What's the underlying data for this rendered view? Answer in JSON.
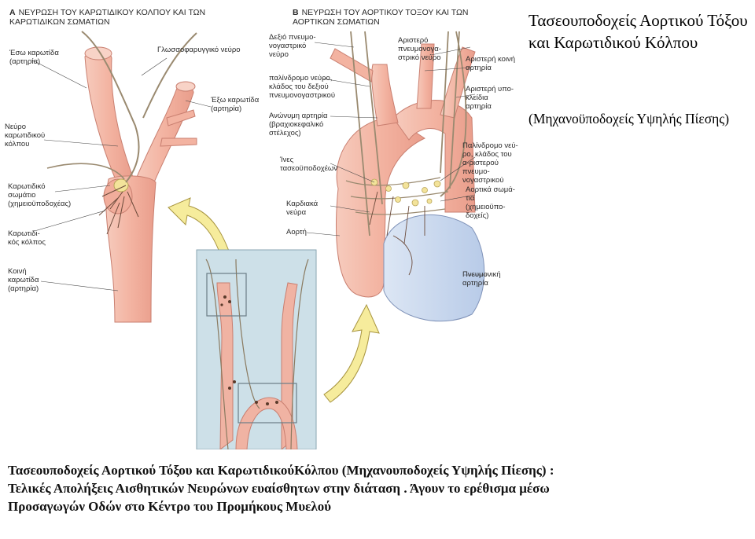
{
  "side_title": "Τασεουποδοχείς Αορτικού Τόξου και Καρωτιδικού Κόλπου",
  "side_subtitle": "(Μηχανοϋποδοχείς Υψηλής Πίεσης)",
  "caption": "Τασεουποδοχείς Αορτικού Τόξου και ΚαρωτιδικούΚόλπου (Μηχανουποδοχείς Υψηλής Πίεσης) : Τελικές Απολήξεις Αισθητικών Νευρώνων ευαίσθητων στην διάταση . Άγουν το ερέθισμα μέσω Προσαγωγών Οδών στο Κέντρο του Προμήκους Μυελού",
  "panel_a": {
    "letter": "A",
    "title": "ΝΕΥΡΩΣΗ ΤΟΥ ΚΑΡΩΤΙΔΙΚΟΥ ΚΟΛΠΟΥ ΚΑΙ ΤΩΝ ΚΑΡΩΤΙΔΙΚΩΝ ΣΩΜΑΤΙΩΝ",
    "labels": {
      "internal_carotid": "Έσω καρωτίδα (αρτηρία)",
      "glossopharyngeal": "Γλωσσοφαρυγγικό νεύρο",
      "external_carotid": "Έξω καρωτίδα (αρτηρία)",
      "carotid_sinus_nerve": "Νεύρο καρωτιδικού κόλπου",
      "carotid_body": "Καρωτιδικό σωμάτιο (χημειοϋποδοχέας)",
      "carotid_sinus": "Καρωτιδι-κός κόλπος",
      "common_carotid": "Κοινή καρωτίδα (αρτηρία)"
    }
  },
  "panel_b": {
    "letter": "B",
    "title": "ΝΕΥΡΩΣΗ ΤΟΥ ΑΟΡΤΙΚΟΥ ΤΟΞΟΥ ΚΑΙ ΤΩΝ ΑΟΡΤΙΚΩΝ ΣΩΜΑΤΙΩΝ",
    "labels": {
      "right_vagus": "Δεξιό πνευμο-νογαστρικό νεύρο",
      "left_vagus": "Αριστερό πνευμονογα-στρικό νεύρο",
      "recurrent_right": "παλίνδρομο νεύρο, κλάδος του δεξιού πνευμονογαστρικού",
      "left_common_carotid": "Αριστερή κοινή αρτηρία",
      "left_subclavian": "Αριστερή υπο-κλείδια αρτηρία",
      "brachiocephalic": "Ανώνυμη αρτηρία (βραχιοκεφαλικό στέλεχος)",
      "recurrent_left": "Παλίνδρομο νεύ-ρο, κλάδος του α-ριστερού πνευμο-νογαστρικού",
      "baroreceptor_fibers": "Ίνες τασεοϋποδοχέων",
      "aortic_bodies": "Αορτικά σωμά-τια (χημειοϋπο-δοχείς)",
      "cardiac_nerves": "Καρδιακά νεύρα",
      "aorta": "Αορτή",
      "pulmonary_artery": "Πνευμονική αρτηρία"
    }
  },
  "colors": {
    "artery_fill": "#f3b9a8",
    "artery_edge": "#c97f70",
    "pulmonary_fill": "#c9d7ee",
    "nerve": "#9a8a70",
    "body_yellow": "#f3e39a",
    "inset_bg": "#cde0e8",
    "arrow_fill": "#f6ec9c"
  }
}
